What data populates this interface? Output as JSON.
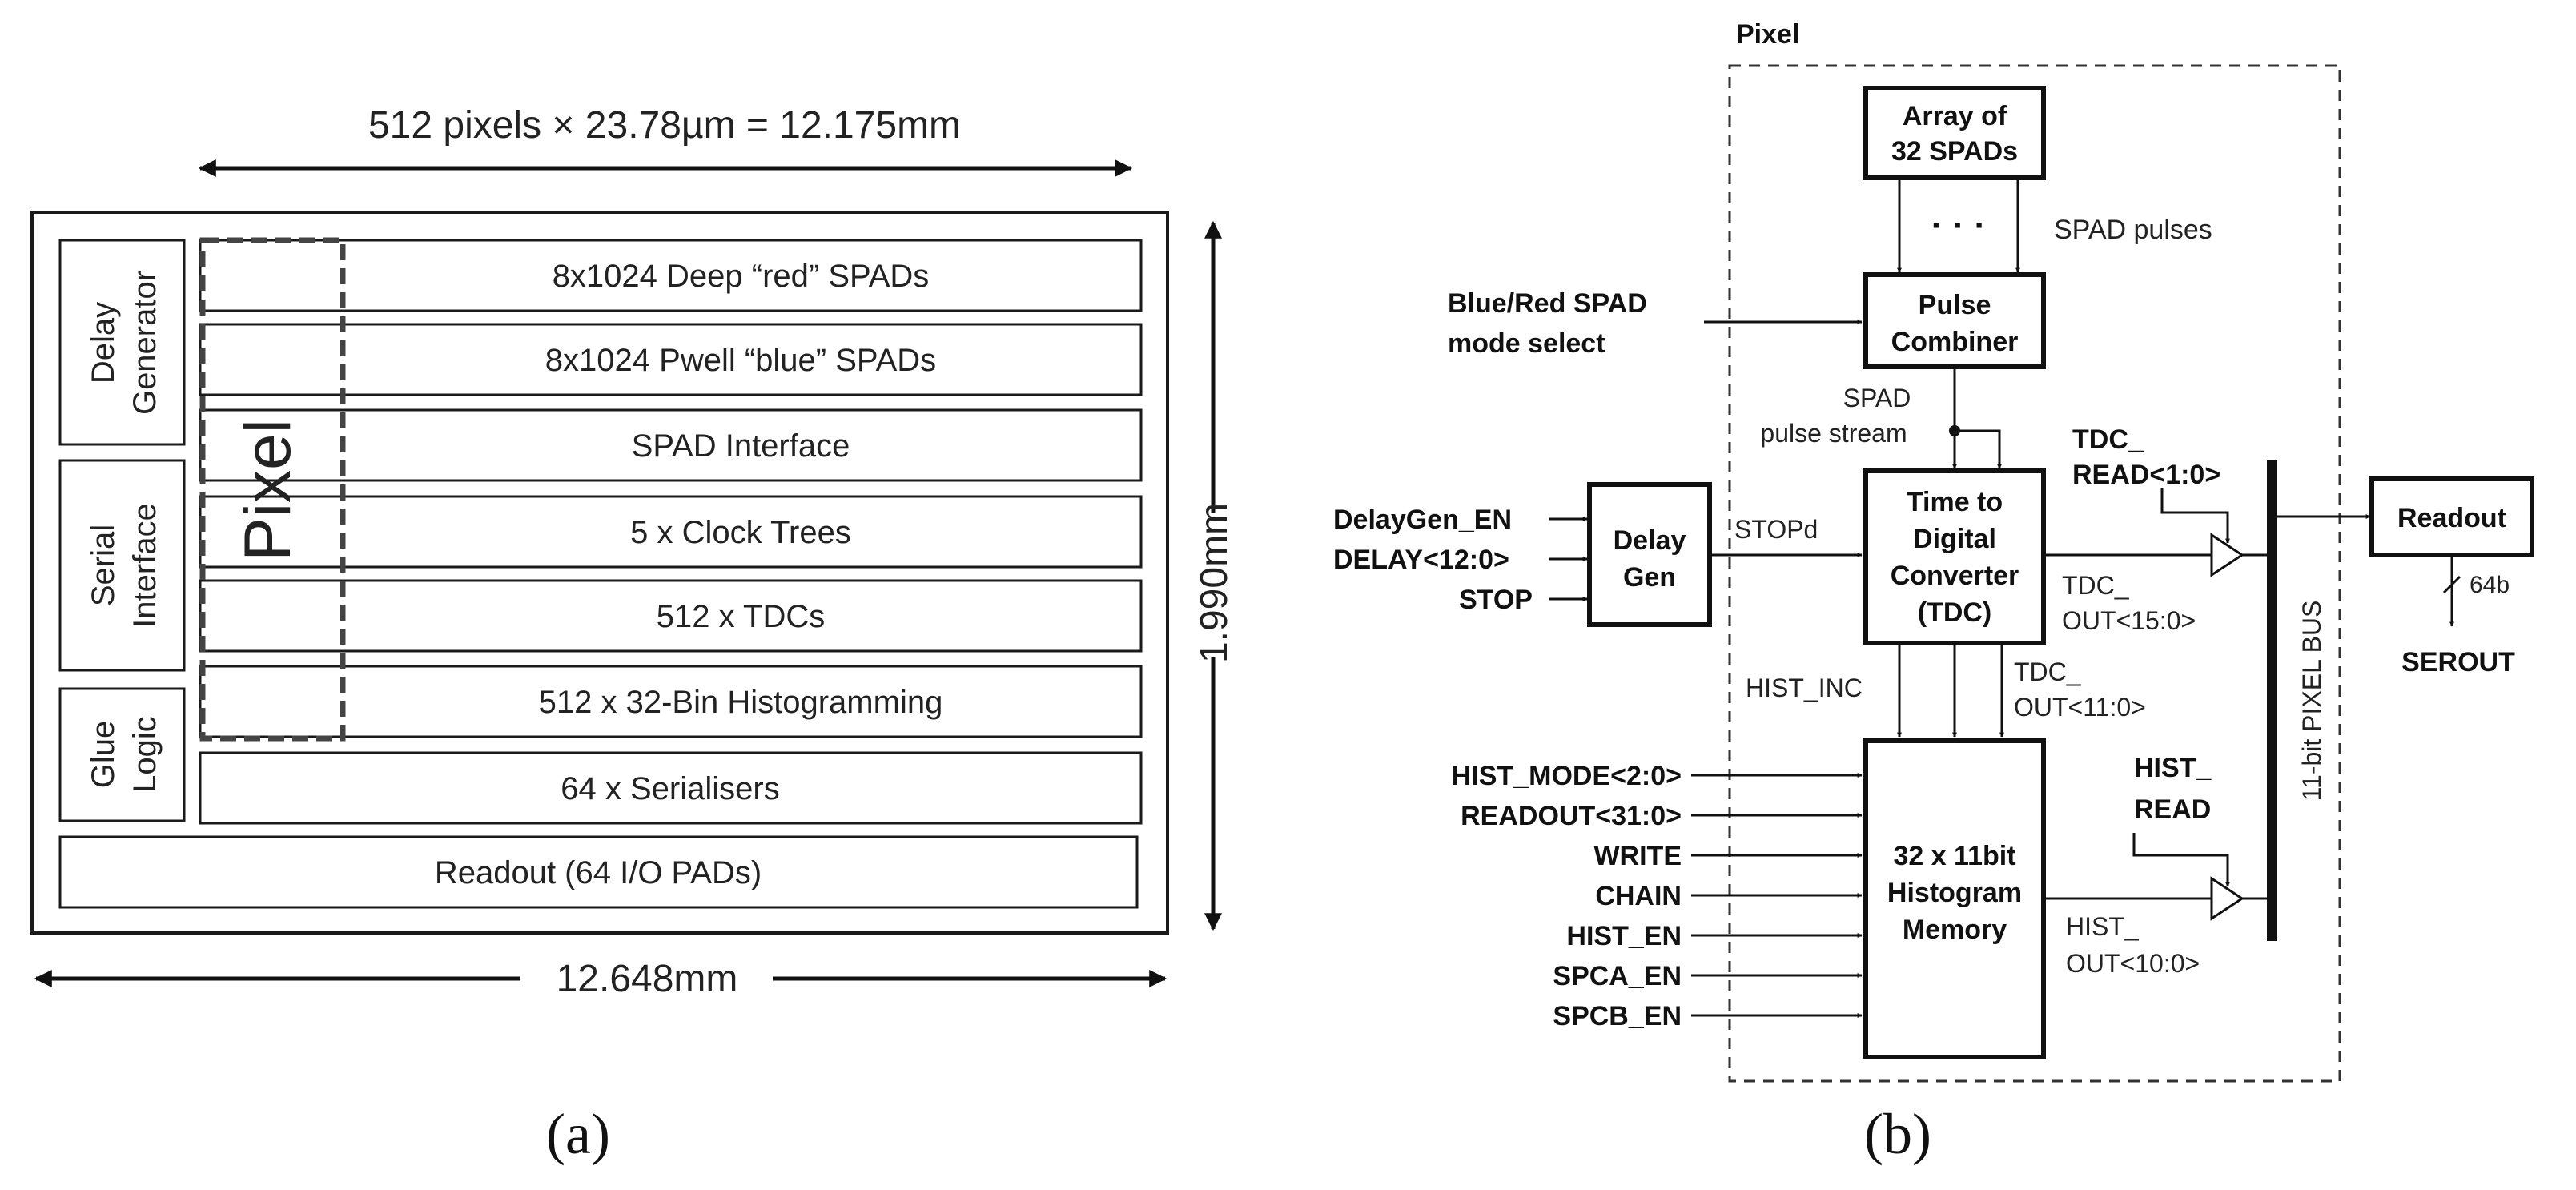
{
  "panel_a": {
    "width_label": "512 pixels × 23.78µm = 12.175mm",
    "height_label": "1.990mm",
    "chip_width_label": "12.648mm",
    "left_blocks": [
      {
        "line1": "Delay",
        "line2": "Generator"
      },
      {
        "line1": "Serial",
        "line2": "Interface"
      },
      {
        "line1": "Glue",
        "line2": "Logic"
      }
    ],
    "rows": [
      "8x1024 Deep “red” SPADs",
      "8x1024 Pwell “blue” SPADs",
      "SPAD Interface",
      "5 x Clock Trees",
      "512 x TDCs",
      "512 x 32-Bin Histogramming",
      "64 x Serialisers"
    ],
    "readout_row": "Readout (64 I/O PADs)",
    "pixel_label": "Pixel",
    "caption": "(a)"
  },
  "panel_b": {
    "pixel_label": "Pixel",
    "spad_array": {
      "line1": "Array of",
      "line2": "32 SPADs"
    },
    "dots": "· · ·",
    "spad_pulses": "SPAD pulses",
    "mode_select": {
      "line1": "Blue/Red SPAD",
      "line2": "mode select"
    },
    "pulse_combiner": {
      "line1": "Pulse",
      "line2": "Combiner"
    },
    "spad_stream": {
      "line1": "SPAD",
      "line2": "pulse stream"
    },
    "delay_inputs": [
      "DelayGen_EN",
      "DELAY<12:0>",
      "STOP"
    ],
    "delay_gen": {
      "line1": "Delay",
      "line2": "Gen"
    },
    "stopd": "STOPd",
    "tdc": {
      "line1": "Time to",
      "line2": "Digital",
      "line3": "Converter",
      "line4": "(TDC)"
    },
    "tdc_read": {
      "line1": "TDC_",
      "line2": "READ<1:0>"
    },
    "tdc_out": {
      "line1": "TDC_",
      "line2": "OUT<15:0>"
    },
    "bus_label": "11-bit PIXEL BUS",
    "readout": "Readout",
    "bus_width": "64b",
    "serout": "SEROUT",
    "hist_inc": "HIST_INC",
    "tdc_out2": {
      "line1": "TDC_",
      "line2": "OUT<11:0>"
    },
    "hist_inputs": [
      "HIST_MODE<2:0>",
      "READOUT<31:0>",
      "WRITE",
      "CHAIN",
      "HIST_EN",
      "SPCA_EN",
      "SPCB_EN"
    ],
    "hist_mem": {
      "line1": "32 x 11bit",
      "line2": "Histogram",
      "line3": "Memory"
    },
    "hist_read": {
      "line1": "HIST_",
      "line2": "READ"
    },
    "hist_out": {
      "line1": "HIST_",
      "line2": "OUT<10:0>"
    },
    "caption": "(b)"
  }
}
